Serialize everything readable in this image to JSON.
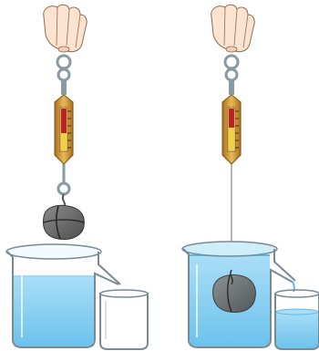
{
  "scenes": [
    {
      "stone_state": "in air",
      "scale_fill": "long",
      "overflow_cup_has_water": false
    },
    {
      "stone_state": "submerged",
      "scale_fill": "short",
      "overflow_cup_has_water": true
    }
  ],
  "colors": {
    "water": "#8fd3f4",
    "water_dark": "#5fb9e8",
    "glass_outline": "#7a8a93",
    "scale_body": "#c8902e",
    "scale_red": "#c0221b",
    "scale_yellow": "#f2d23a",
    "hook": "#8a9aa5",
    "stone": "#6b6b6b",
    "hand_skin": "#fbe3cf",
    "hand_outline": "#8a6b55"
  },
  "icons": [
    "hand-icon",
    "spring-scale-icon",
    "stone-icon",
    "beaker-icon",
    "overflow-cup-icon"
  ]
}
